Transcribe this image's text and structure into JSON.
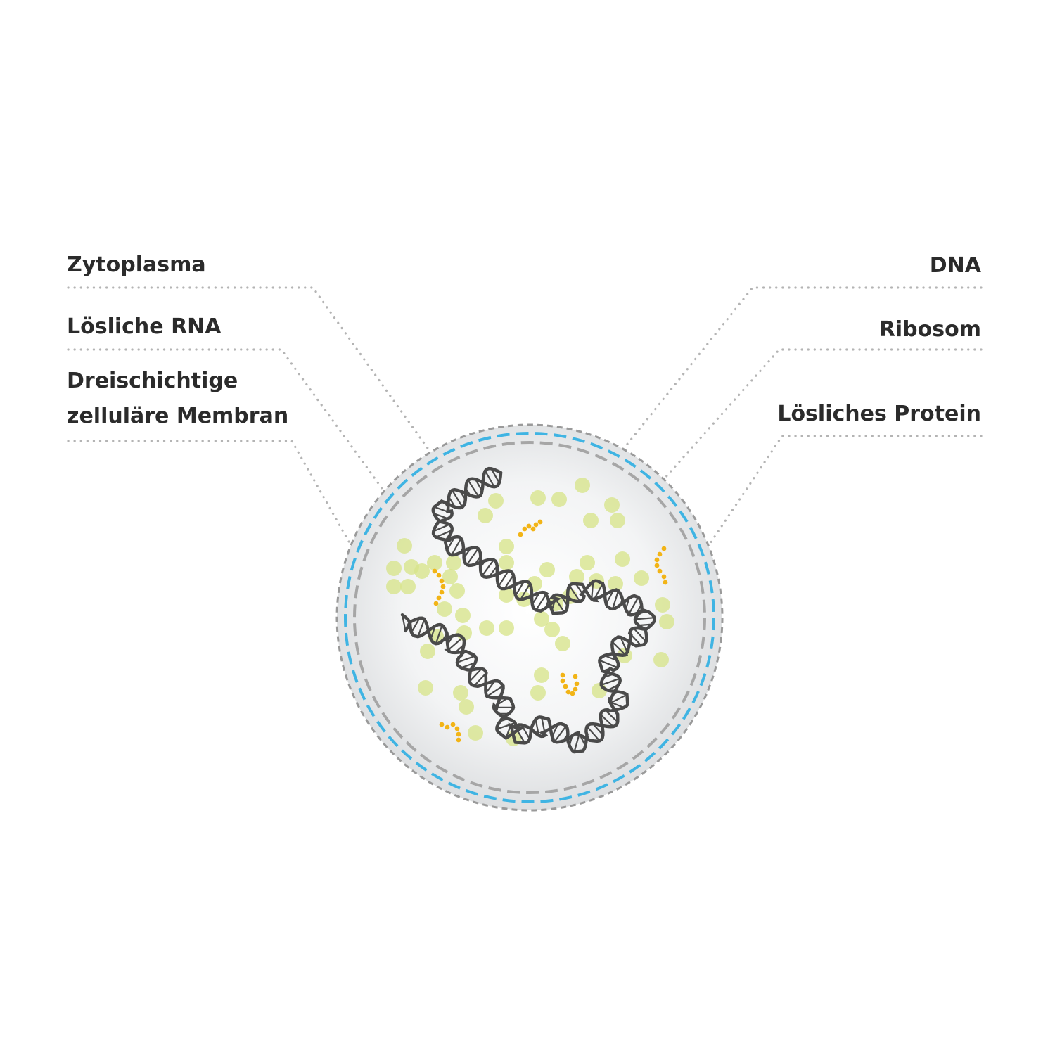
{
  "labels": {
    "cytoplasm": "Zytoplasma",
    "soluble_rna": "Lösliche RNA",
    "membrane_line1": "Dreischichtige",
    "membrane_line2": "zelluläre Membran",
    "dna": "DNA",
    "ribosome": "Ribosom",
    "soluble_protein": "Lösliches Protein"
  },
  "colors": {
    "text": "#2b2b2b",
    "leader": "#b4b4b4",
    "membrane_outer": "#9a9a9a",
    "membrane_middle": "#3fb4e3",
    "membrane_inner": "#a6a6a6",
    "dna": "#4a4a4a",
    "ribosome": "#d7e48a",
    "rna_protein": "#f2b416"
  },
  "icons": {
    "cell": "cell-circle-icon",
    "dna": "double-helix-icon",
    "ribosome": "ribosome-dot-icon",
    "protein": "protein-chain-icon"
  }
}
